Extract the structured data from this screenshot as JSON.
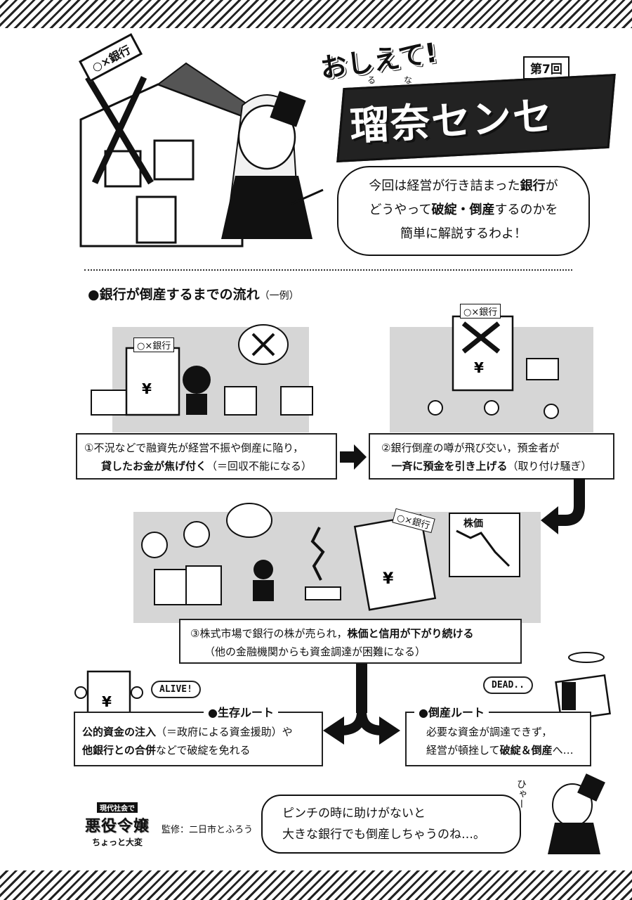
{
  "header": {
    "title_top": "おしえて!",
    "title_main": "瑠奈センセイ!",
    "ruby_1": "る",
    "ruby_2": "な",
    "episode": "第7回",
    "bank_sign": "○×銀行"
  },
  "intro_bubble": {
    "line1_a": "今回は経営が行き詰まった",
    "line1_b": "銀行",
    "line1_c": "が",
    "line2_a": "どうやって",
    "line2_b": "破綻・倒産",
    "line2_c": "するのかを",
    "line3": "簡単に解説するわよ！"
  },
  "section": {
    "title": "●銀行が倒産するまでの流れ",
    "note": "（一例）"
  },
  "steps": [
    {
      "line1": "①不況などで融資先が経営不振や倒産に陥り，",
      "line2_bold": "貸したお金が焦げ付く",
      "line2_rest": "（＝回収不能になる）",
      "sign": "○×銀行"
    },
    {
      "line1": "②銀行倒産の噂が飛び交い，預金者が",
      "line2_bold": "一斉に預金を引き上げる",
      "line2_rest": "（取り付け騒ぎ）",
      "sign": "○×銀行"
    },
    {
      "line1_a": "③株式市場で銀行の株が売られ，",
      "line1_bold": "株価と信用が下がり続ける",
      "line2": "（他の金融機関からも資金調達が困難になる）",
      "sign": "○×銀行",
      "chart_label": "株価"
    }
  ],
  "routes": {
    "survive": {
      "title": "●生存ルート",
      "speech": "ALIVE!",
      "line1_bold": "公的資金の注入",
      "line1_rest": "（＝政府による資金援助）や",
      "line2_bold": "他銀行との合併",
      "line2_rest": "などで破綻を免れる"
    },
    "bankrupt": {
      "title": "●倒産ルート",
      "speech": "DEAD..",
      "line1": "必要な資金が調達できず，",
      "line2_a": "経営が頓挫して",
      "line2_bold": "破綻＆倒産",
      "line2_rest": "へ…"
    }
  },
  "footer": {
    "logo_line1": "現代社会で",
    "logo_line2": "悪役令嬢",
    "logo_line3": "ちょっと大変",
    "supervisor": "監修：二日市とふろう",
    "bubble_line1": "ピンチの時に助けがないと",
    "bubble_line2": "大きな銀行でも倒産しちゃうのね…。",
    "sfx": "ひゃー"
  },
  "colors": {
    "panel_gray": "#d6d6d6",
    "ink": "#111111"
  }
}
